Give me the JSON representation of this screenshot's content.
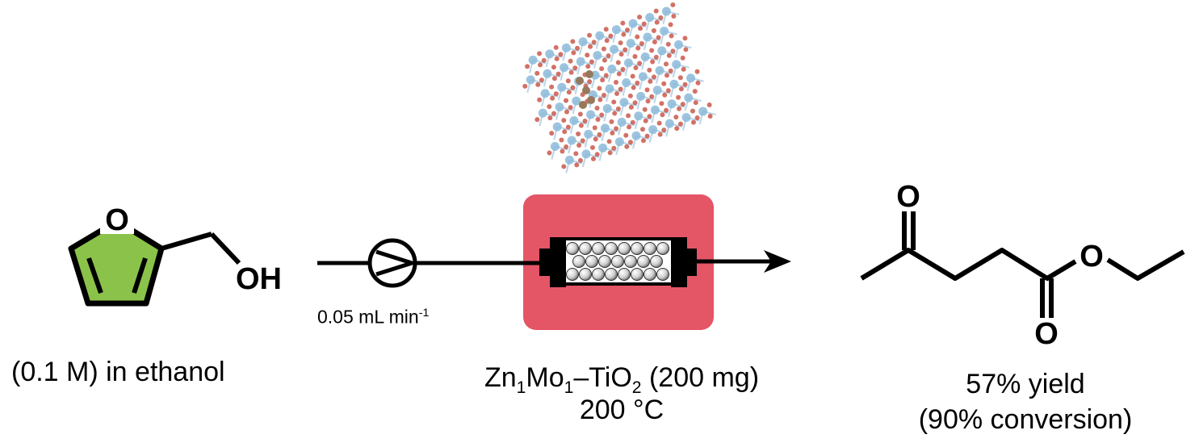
{
  "reactant": {
    "atom_o": "O",
    "atom_oh": "OH",
    "ring_fill_color": "#8BC34A",
    "condition": "(0.1 M) in ethanol"
  },
  "flow": {
    "rate_value": "0.05 mL min",
    "rate_exp": "-1"
  },
  "reactor": {
    "box_color": "#E45566",
    "catalyst_a": "Zn",
    "catalyst_sub1": "1",
    "catalyst_b": "Mo",
    "catalyst_sub2": "1",
    "catalyst_c": "–TiO",
    "catalyst_sub3": "2",
    "catalyst_mass": " (200 mg)",
    "temperature": "200 °C"
  },
  "structure_colors": {
    "ti": "#7FB3D5",
    "o": "#C0392B",
    "adsorbate": "#8B6B4A"
  },
  "product": {
    "atom_o1": "O",
    "atom_o2": "O",
    "atom_o3": "O",
    "yield": "57% yield",
    "conversion": "(90% conversion)"
  }
}
